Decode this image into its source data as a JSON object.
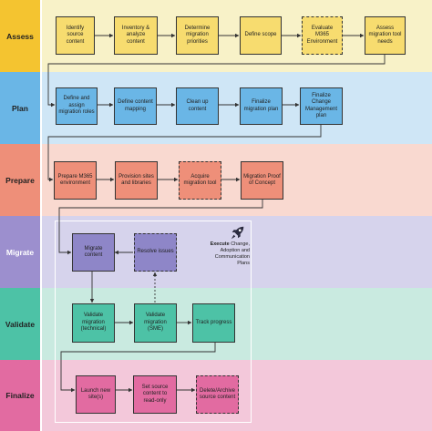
{
  "lanes": [
    {
      "id": "assess",
      "label": "Assess",
      "labelColor": "#F4C430",
      "bodyColor": "#F8F2C8"
    },
    {
      "id": "plan",
      "label": "Plan",
      "labelColor": "#6AB6E6",
      "bodyColor": "#CFE6F6"
    },
    {
      "id": "prepare",
      "label": "Prepare",
      "labelColor": "#EE8F79",
      "bodyColor": "#F9D9D0"
    },
    {
      "id": "migrate",
      "label": "Migrate",
      "labelColor": "#9C8FCE",
      "bodyColor": "#D6D3EC"
    },
    {
      "id": "validate",
      "label": "Validate",
      "labelColor": "#4DC2A6",
      "bodyColor": "#C9EAE0"
    },
    {
      "id": "finalize",
      "label": "Finalize",
      "labelColor": "#E26BA1",
      "bodyColor": "#F3C8DA"
    }
  ],
  "nodes": {
    "identify_source": "Identify source content",
    "inventory": "Inventory & analyze content",
    "determine_priorities": "Determine migration priorities",
    "define_scope": "Define scope",
    "evaluate_m365": "Evaluate M365 Environment",
    "assess_tool": "Assess migration tool needs",
    "define_roles": "Define and assign migration roles",
    "define_mapping": "Define content mapping",
    "clean_up": "Clean up content",
    "finalize_plan": "Finalize migration plan",
    "finalize_change": "Finalize Change Management plan",
    "prepare_m365": "Prepare M365 environment",
    "provision_sites": "Provision sites and libraries",
    "acquire_tool": "Acquire migration tool",
    "poc": "Migration Proof of Concept",
    "migrate_content": "Migrate content",
    "resolve_issues": "Resolve issues",
    "validate_technical": "Validate migration (technical)",
    "validate_sme": "Validate migration (SME)",
    "track_progress": "Track progress",
    "launch_sites": "Launch new site(s)",
    "set_readonly": "Set source content to read-only",
    "delete_archive": "Delete/Archive source content"
  },
  "execute_note": {
    "bold": "Execute",
    "rest": "Change, Adoption and Communication Plans"
  },
  "colors": {
    "yellow_box": "#F7DC6F",
    "blue_box": "#6AB6E6",
    "salmon_box": "#EE8F79",
    "purple_box": "#8E86C8",
    "teal_box": "#4DC2A6",
    "pink_box": "#E26BA1",
    "icon": "#2B2B40"
  }
}
